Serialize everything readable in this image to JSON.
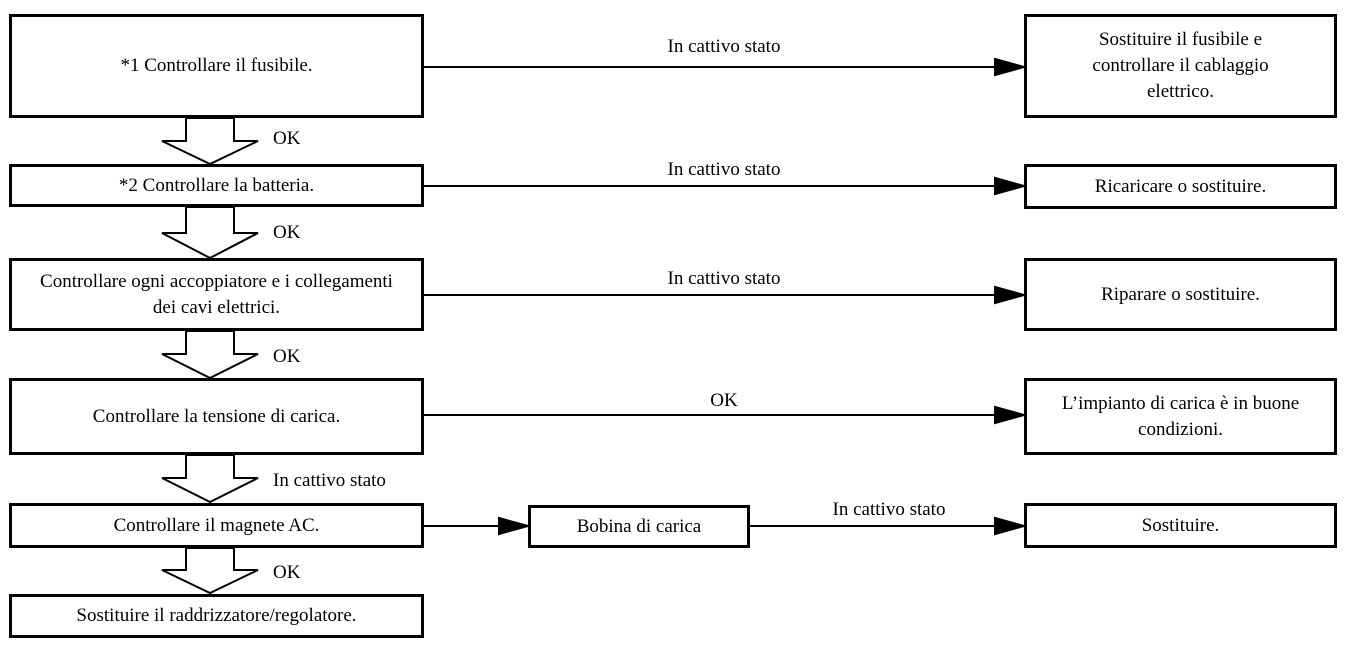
{
  "steps": {
    "s1": "*1 Controllare il fusibile.",
    "s2": "*2 Controllare la batteria.",
    "s3": "Controllare ogni accoppiatore e i collegamenti dei cavi elettrici.",
    "s4": "Controllare la tensione di carica.",
    "s5": "Controllare il magnete AC.",
    "s6": "Sostituire il raddrizzatore/regolatore."
  },
  "results": {
    "r1": "Sostituire il fusibile e controllare il cablaggio elettrico.",
    "r2": "Ricaricare o sostituire.",
    "r3": "Riparare o sostituire.",
    "r4": "L’impianto di carica è in buone condizioni.",
    "r5": "Sostituire."
  },
  "intermediate": {
    "coil": "Bobina di carica"
  },
  "edge_labels": {
    "e1": "In cattivo stato",
    "e2": "In cattivo stato",
    "e3": "In cattivo stato",
    "e4": "OK",
    "e5": "In cattivo stato"
  },
  "down_labels": {
    "d1": "OK",
    "d2": "OK",
    "d3": "OK",
    "d4": "In cattivo stato",
    "d5": "OK"
  }
}
